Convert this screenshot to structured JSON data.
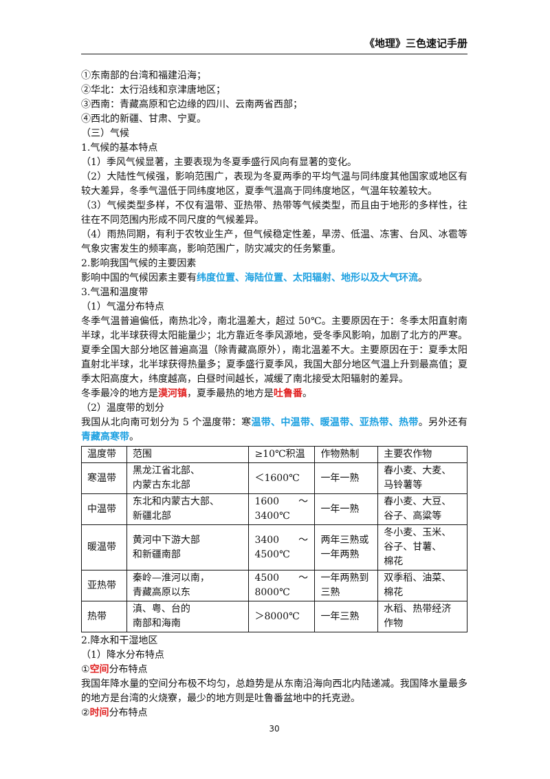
{
  "header": {
    "title": "《地理》三色速记手册"
  },
  "lines_top": [
    "①东南部的台湾和福建沿海；",
    "②华北：太行沿线和京津唐地区；",
    "③西南：青藏高原和它边缘的四川、云南两省西部；",
    "④西北的新疆、甘肃、宁夏。",
    "（三）气候",
    "1.气候的基本特点"
  ],
  "climate": {
    "p1": "（1）季风气候显著，主要表现为冬夏季盛行风向有显著的变化。",
    "p2": "（2）大陆性气候强，影响范围广，表现为冬夏两季的平均气温与同纬度其他国家或地区有较大差异，冬季气温低于同纬度地区，夏季气温高于同纬度地区，气温年较差较大。",
    "p3": "（3）气候类型多样，不仅有温带、亚热带、热带等气候类型，而且由于地形的多样性，往往在不同范围内形成不同尺度的气候差异。",
    "p4": "（4）雨热同期，有利于农牧业生产，但气候稳定性差，旱涝、低温、冻害、台风、冰雹等气象灾害发生的频率高，影响范围广，防灾减灾的任务繁重。"
  },
  "factors": {
    "heading": "2.影响我国气候的主要因素",
    "prefix": "影响中国的气候因素主要有",
    "highlight": "纬度位置、海陆位置、太阳辐射、地形以及大气环流",
    "suffix": "。"
  },
  "temp": {
    "heading": "3.气温和温度带",
    "sub1": "（1）气温分布特点",
    "p1": "冬季气温普遍偏低，南热北冷，南北温差大，超过 50℃。主要原因在于：冬季太阳直射南半球，北半球获得太阳能量少；北方靠近冬季风源地，受冬季风影响，加剧了北方的严寒。夏季全国大部分地区普遍高温（除青藏高原外），南北温差不大。主要原因在于：夏季太阳直射北半球，北半球获得热量多；夏季盛行夏季风，我国大部分地区气温上升到最高值；夏季太阳高度大，纬度越高，白昼时间越长，减缓了南北接受太阳辐射的差异。",
    "cold_prefix": "冬季最冷的地方是",
    "cold_place": "漠河镇",
    "hot_prefix": "，夏季最热的地方是",
    "hot_place": "吐鲁番",
    "hot_suffix": "。",
    "sub2": "（2）温度带的划分",
    "zones_prefix": "我国从北向南可划分为 5 个温度带：寒",
    "zones_highlight": "温带、中温带、暖温带、亚热带、热带",
    "zones_suffix": "。另外还有",
    "qt_highlight": "青藏高寒带",
    "qt_suffix": "。"
  },
  "table": {
    "headers": [
      "温度带",
      "范围",
      "≥10℃积温",
      "作物熟制",
      "主要农作物"
    ],
    "rows": [
      {
        "zone": "寒温带",
        "range1": "黑龙江省北部、",
        "range2": "内蒙古东北部",
        "acc1": "＜1600℃",
        "acc2": "",
        "sys1": "一年一熟",
        "sys2": "",
        "crop1": "春小麦、大麦、",
        "crop2": "马铃薯等",
        "crop3": ""
      },
      {
        "zone": "中温带",
        "range1": "东北和内蒙古大部、",
        "range2": "新疆北部",
        "acc1": "1600　　〜",
        "acc2": "3400℃",
        "sys1": "一年一熟",
        "sys2": "",
        "crop1": "春小麦、大豆、",
        "crop2": "谷子、高粱等",
        "crop3": ""
      },
      {
        "zone": "暖温带",
        "range1": "黄河中下游大部",
        "range2": "和新疆南部",
        "acc1": "3400　　〜",
        "acc2": "4500℃",
        "sys1": "两年三熟或",
        "sys2": "一年两熟",
        "crop1": "冬小麦、玉米、",
        "crop2": "谷子、甘薯、",
        "crop3": "棉花"
      },
      {
        "zone": "亚热带",
        "range1": "秦岭—淮河以南，",
        "range2": "青藏高原以东",
        "acc1": "4500　　〜",
        "acc2": "8000℃",
        "sys1": "一年两熟到",
        "sys2": "三熟",
        "crop1": "双季稻、油菜、",
        "crop2": "棉花",
        "crop3": ""
      },
      {
        "zone": "热带",
        "range1": "滇、粤、台的",
        "range2": "南部和海南",
        "acc1": "＞8000℃",
        "acc2": "",
        "sys1": "一年三熟",
        "sys2": "",
        "crop1": "水稻、热带经济",
        "crop2": "作物",
        "crop3": ""
      }
    ]
  },
  "precip": {
    "heading": "2.降水和干湿地区",
    "sub1": "（1）降水分布特点",
    "space_prefix": "①",
    "space_highlight": "空间",
    "space_suffix": "分布特点",
    "space_p": "我国年降水量的空间分布极不均匀，总趋势是从东南沿海向西北内陆递减。我国降水量最多的地方是台湾的火烧寮，最少的地方则是吐鲁番盆地中的托克逊。",
    "time_prefix": "②",
    "time_highlight": "时间",
    "time_suffix": "分布特点"
  },
  "footer": {
    "page_number": "30"
  },
  "colors": {
    "blue": "#1a9fe0",
    "red": "#e02020"
  }
}
